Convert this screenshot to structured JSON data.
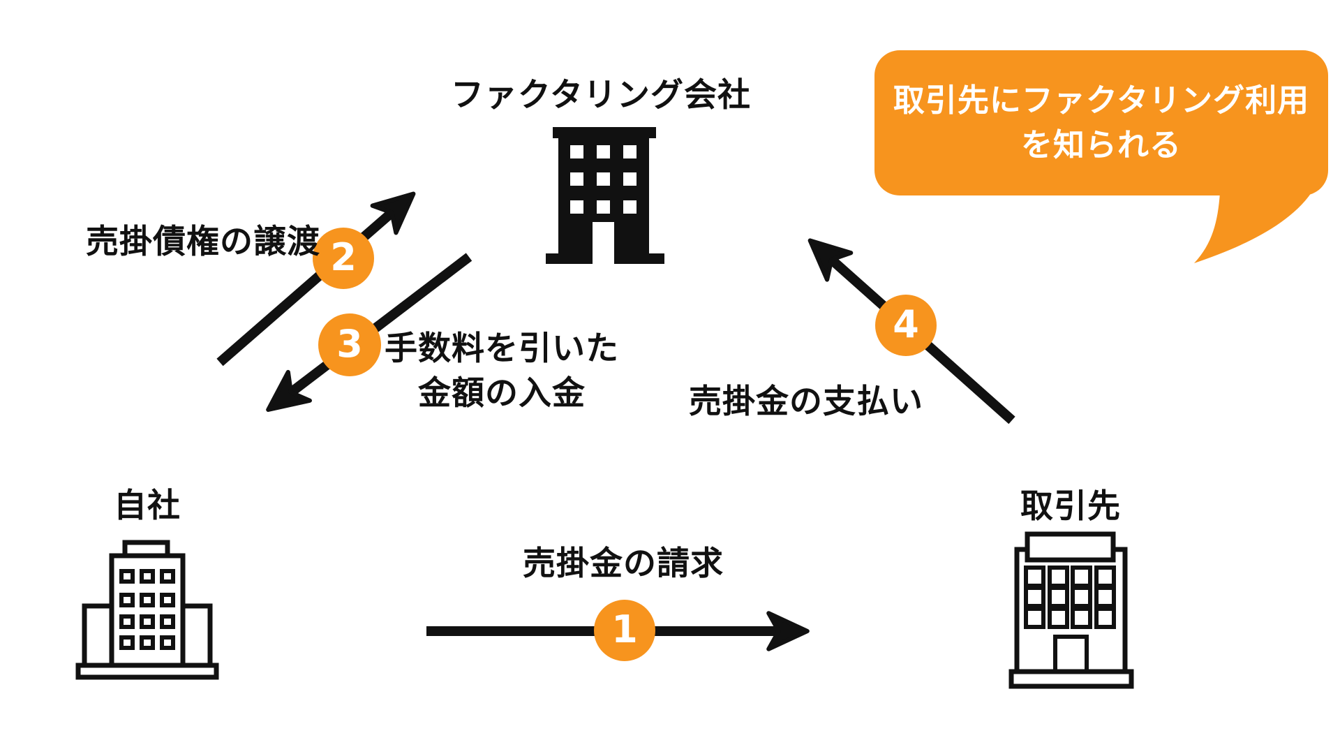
{
  "diagram": {
    "entities": {
      "factoring_company": {
        "label": "ファクタリング会社"
      },
      "own_company": {
        "label": "自社"
      },
      "client": {
        "label": "取引先"
      }
    },
    "steps": [
      {
        "number": "1",
        "label": "売掛金の請求"
      },
      {
        "number": "2",
        "label": "売掛債権の譲渡"
      },
      {
        "number": "3",
        "label": "手数料を引いた\n金額の入金"
      },
      {
        "number": "4",
        "label": "売掛金の支払い"
      }
    ],
    "callout": {
      "text": "取引先にファクタリング利用\nを知られる"
    },
    "colors": {
      "accent_orange": "#F7941E",
      "ink": "#111111",
      "text_on_accent": "#FFFFFF",
      "background": "#FFFFFF"
    }
  }
}
